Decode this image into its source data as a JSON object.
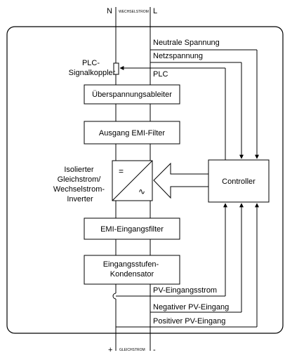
{
  "top_terminals": {
    "n": "N",
    "ac_label": "WECHSELSTROM",
    "l": "L"
  },
  "bottom_terminals": {
    "plus": "+",
    "dc_label": "GLEICHSTROM",
    "minus": "-"
  },
  "signals": {
    "neutral": "Neutrale Spannung",
    "grid": "Netzspannung",
    "plc": "PLC",
    "pv_current": "PV-Eingangsstrom",
    "pv_negative": "Negativer PV-Eingang",
    "pv_positive": "Positiver PV-Eingang"
  },
  "components": {
    "plc_coupler": [
      "PLC-",
      "Signalkoppler"
    ],
    "surge": "Überspannungsableiter",
    "emi_out": "Ausgang EMI-Filter",
    "inverter": [
      "Isolierter",
      "Gleichstrom/",
      "Wechselstrom-",
      "Inverter"
    ],
    "inverter_dc_symbol": "=",
    "inverter_ac_symbol": "∿",
    "emi_in": "EMI-Eingangsfilter",
    "capacitor": [
      "Eingangsstufen-",
      "Kondensator"
    ],
    "controller": "Controller"
  }
}
